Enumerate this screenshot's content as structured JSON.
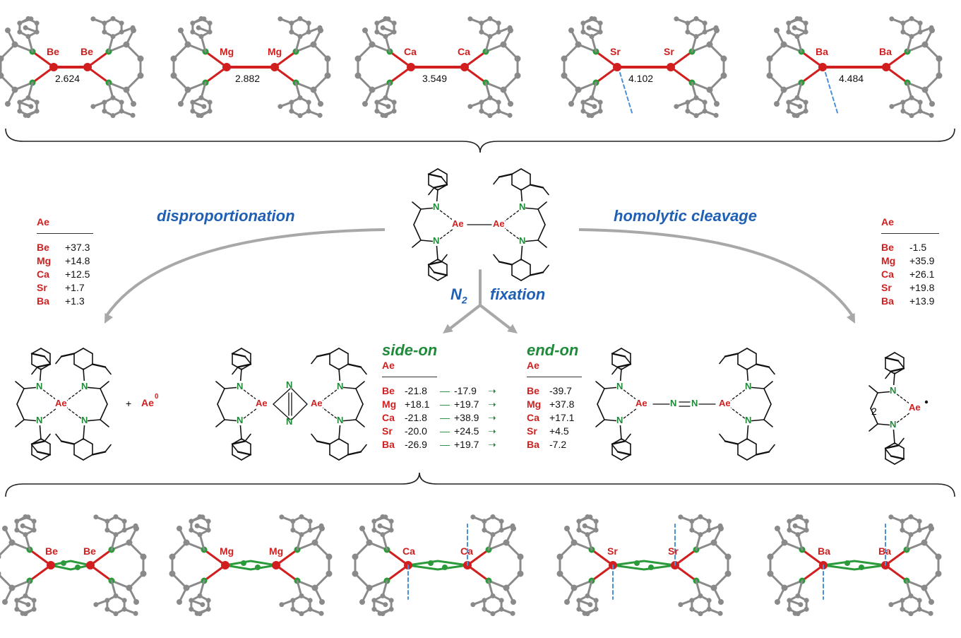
{
  "top_structures": [
    {
      "element": "Be",
      "distance": "2.624"
    },
    {
      "element": "Mg",
      "distance": "2.882"
    },
    {
      "element": "Ca",
      "distance": "3.549"
    },
    {
      "element": "Sr",
      "distance": "4.102"
    },
    {
      "element": "Ba",
      "distance": "4.484"
    }
  ],
  "bottom_structures": [
    {
      "element": "Be"
    },
    {
      "element": "Mg"
    },
    {
      "element": "Ca"
    },
    {
      "element": "Sr"
    },
    {
      "element": "Ba"
    }
  ],
  "pathways": {
    "disproportionation": "disproportionation",
    "homolytic": "homolytic cleavage",
    "n2_symbol": "N",
    "n2_sub": "2",
    "fixation": "fixation",
    "side_on": "side-on",
    "end_on": "end-on"
  },
  "center_labels": {
    "ae": "Ae",
    "n": "N"
  },
  "disproportionation_table": {
    "header": "Ae",
    "rows": [
      {
        "el": "Be",
        "val": "+37.3"
      },
      {
        "el": "Mg",
        "val": "+14.8"
      },
      {
        "el": "Ca",
        "val": "+12.5"
      },
      {
        "el": "Sr",
        "val": "+1.7"
      },
      {
        "el": "Ba",
        "val": "+1.3"
      }
    ]
  },
  "homolytic_table": {
    "header": "Ae",
    "rows": [
      {
        "el": "Be",
        "val": "-1.5"
      },
      {
        "el": "Mg",
        "val": "+35.9"
      },
      {
        "el": "Ca",
        "val": "+26.1"
      },
      {
        "el": "Sr",
        "val": "+19.8"
      },
      {
        "el": "Ba",
        "val": "+13.9"
      }
    ]
  },
  "n2_table": {
    "side_header": "Ae",
    "end_header": "Ae",
    "rows": [
      {
        "el": "Be",
        "side": "-21.8",
        "barrier": "-17.9",
        "end_el": "Be",
        "end": "-39.7"
      },
      {
        "el": "Mg",
        "side": "+18.1",
        "barrier": "+19.7",
        "end_el": "Mg",
        "end": "+37.8"
      },
      {
        "el": "Ca",
        "side": "-21.8",
        "barrier": "+38.9",
        "end_el": "Ca",
        "end": "+17.1"
      },
      {
        "el": "Sr",
        "side": "-20.0",
        "barrier": "+24.5",
        "end_el": "Sr",
        "end": "+4.5"
      },
      {
        "el": "Ba",
        "side": "-26.9",
        "barrier": "+19.7",
        "end_el": "Ba",
        "end": "-7.2"
      }
    ]
  },
  "products": {
    "plus": "+",
    "ae0": "Ae",
    "ae0_sup": "0",
    "coef": "2"
  },
  "colors": {
    "metal": "#d11f1f",
    "nitrogen": "#2a9a3a",
    "carbon": "#8a8a8a",
    "blue_label": "#1f5fb4",
    "green_label": "#1f8a3a",
    "arrow_grey": "#a8a8a8",
    "dashed": "#4a90d9"
  }
}
